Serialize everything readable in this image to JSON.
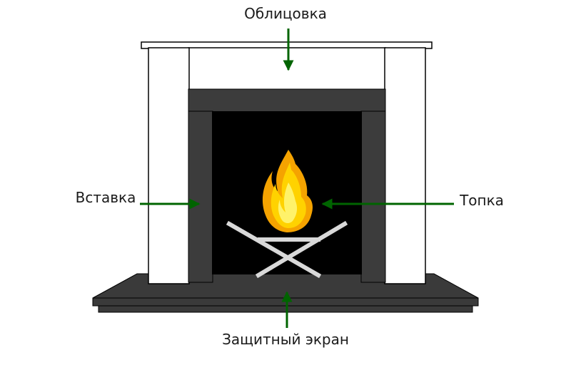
{
  "labels": {
    "facing": "Облицовка",
    "insert": "Вставка",
    "firebox": "Топка",
    "screen": "Защитный экран"
  },
  "colors": {
    "arrow": "#006400",
    "outline": "#000000",
    "wall_white": "#ffffff",
    "insert_gray": "#3c3c3c",
    "firebox_black": "#000000",
    "hearth_dark": "#3a3a3a",
    "grate_gray": "#d9d9d9",
    "flame_outer": "#f5a300",
    "flame_mid": "#ffd200",
    "flame_inner": "#fff26a"
  }
}
